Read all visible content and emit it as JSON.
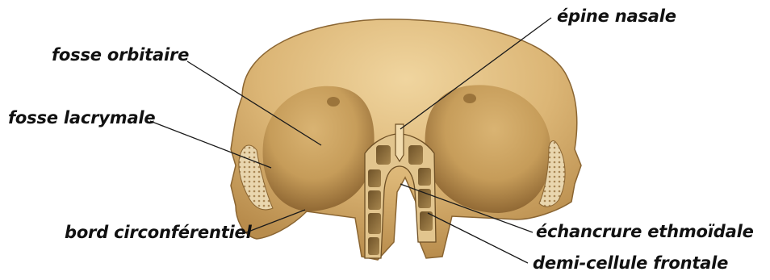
{
  "labels": {
    "fosse_orbitaire": "fosse orbitaire",
    "fosse_lacrymale": "fosse lacrymale",
    "bord_circonferentiel": "bord circonférentiel",
    "epine_nasale": "épine nasale",
    "echancrure_ethmoidale": "échancrure ethmoïdale",
    "demi_cellule_frontale": "demi-cellule frontale"
  },
  "colors": {
    "bone_light": "#e8c98f",
    "bone_mid": "#d6ae6c",
    "bone_dark": "#a57a3c",
    "bone_shadow": "#7d5a2a",
    "cell_fill": "#8a6a3a",
    "leader_line": "#1a1a1a"
  }
}
